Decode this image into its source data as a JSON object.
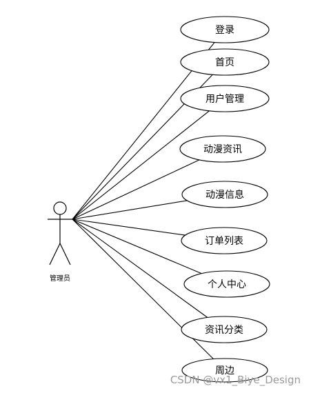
{
  "diagram": {
    "actor": {
      "label": "管理员"
    },
    "use_cases": [
      {
        "label": "登录"
      },
      {
        "label": "首页"
      },
      {
        "label": "用户管理"
      },
      {
        "label": "动漫资讯"
      },
      {
        "label": "动漫信息"
      },
      {
        "label": "订单列表"
      },
      {
        "label": "个人中心"
      },
      {
        "label": "资讯分类"
      },
      {
        "label": "周边"
      }
    ]
  },
  "watermark": "CSDN @vx1_Biye_Design",
  "colors": {
    "stroke": "#000000",
    "background": "#ffffff",
    "watermark": "#9a9a9a"
  }
}
